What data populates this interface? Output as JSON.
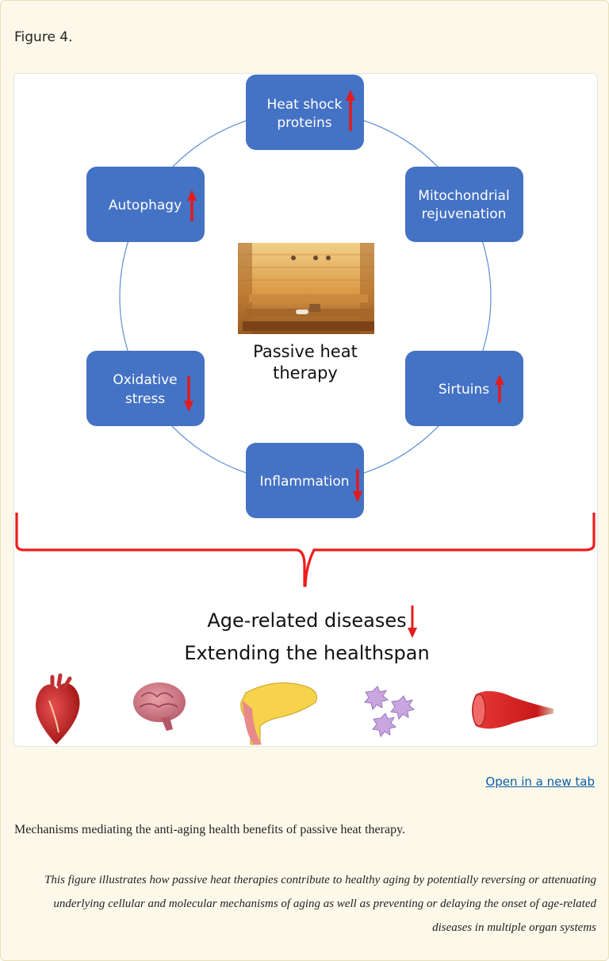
{
  "figure": {
    "label": "Figure 4.",
    "diagram": {
      "nodes": [
        {
          "id": "hsp",
          "lines": [
            "Heat shock",
            "proteins"
          ],
          "direction": "up"
        },
        {
          "id": "mito",
          "lines": [
            "Mitochondrial",
            "rejuvenation"
          ],
          "direction": "none"
        },
        {
          "id": "sirtuins",
          "lines": [
            "Sirtuins"
          ],
          "direction": "up"
        },
        {
          "id": "inflammation",
          "lines": [
            "Inflammation"
          ],
          "direction": "down"
        },
        {
          "id": "oxidative",
          "lines": [
            "Oxidative",
            "stress"
          ],
          "direction": "down"
        },
        {
          "id": "autophagy",
          "lines": [
            "Autophagy"
          ],
          "direction": "up"
        }
      ],
      "center": {
        "line1": "Passive heat",
        "line2": "therapy",
        "image": "sauna-photo"
      },
      "outcome": {
        "line1": "Age-related diseases",
        "line1_direction": "down",
        "line2": "Extending the healthspan"
      },
      "organs": [
        "heart-icon",
        "brain-icon",
        "pancreas-icon",
        "immune-cells-icon",
        "muscle-icon"
      ],
      "colors": {
        "box": "#4472c4",
        "arrow": "#e31b1b",
        "circle": "#5b8fd6",
        "brace": "#ee1c1c"
      }
    }
  },
  "link": {
    "label": "Open in a new tab"
  },
  "caption": {
    "title": "Mechanisms mediating the anti-aging health benefits of passive heat therapy.",
    "note": "This figure illustrates how passive heat therapies contribute to healthy aging by potentially reversing or attenuating underlying cellular and molecular mechanisms of aging as well as preventing or delaying the onset of age-related diseases in multiple organ systems"
  }
}
